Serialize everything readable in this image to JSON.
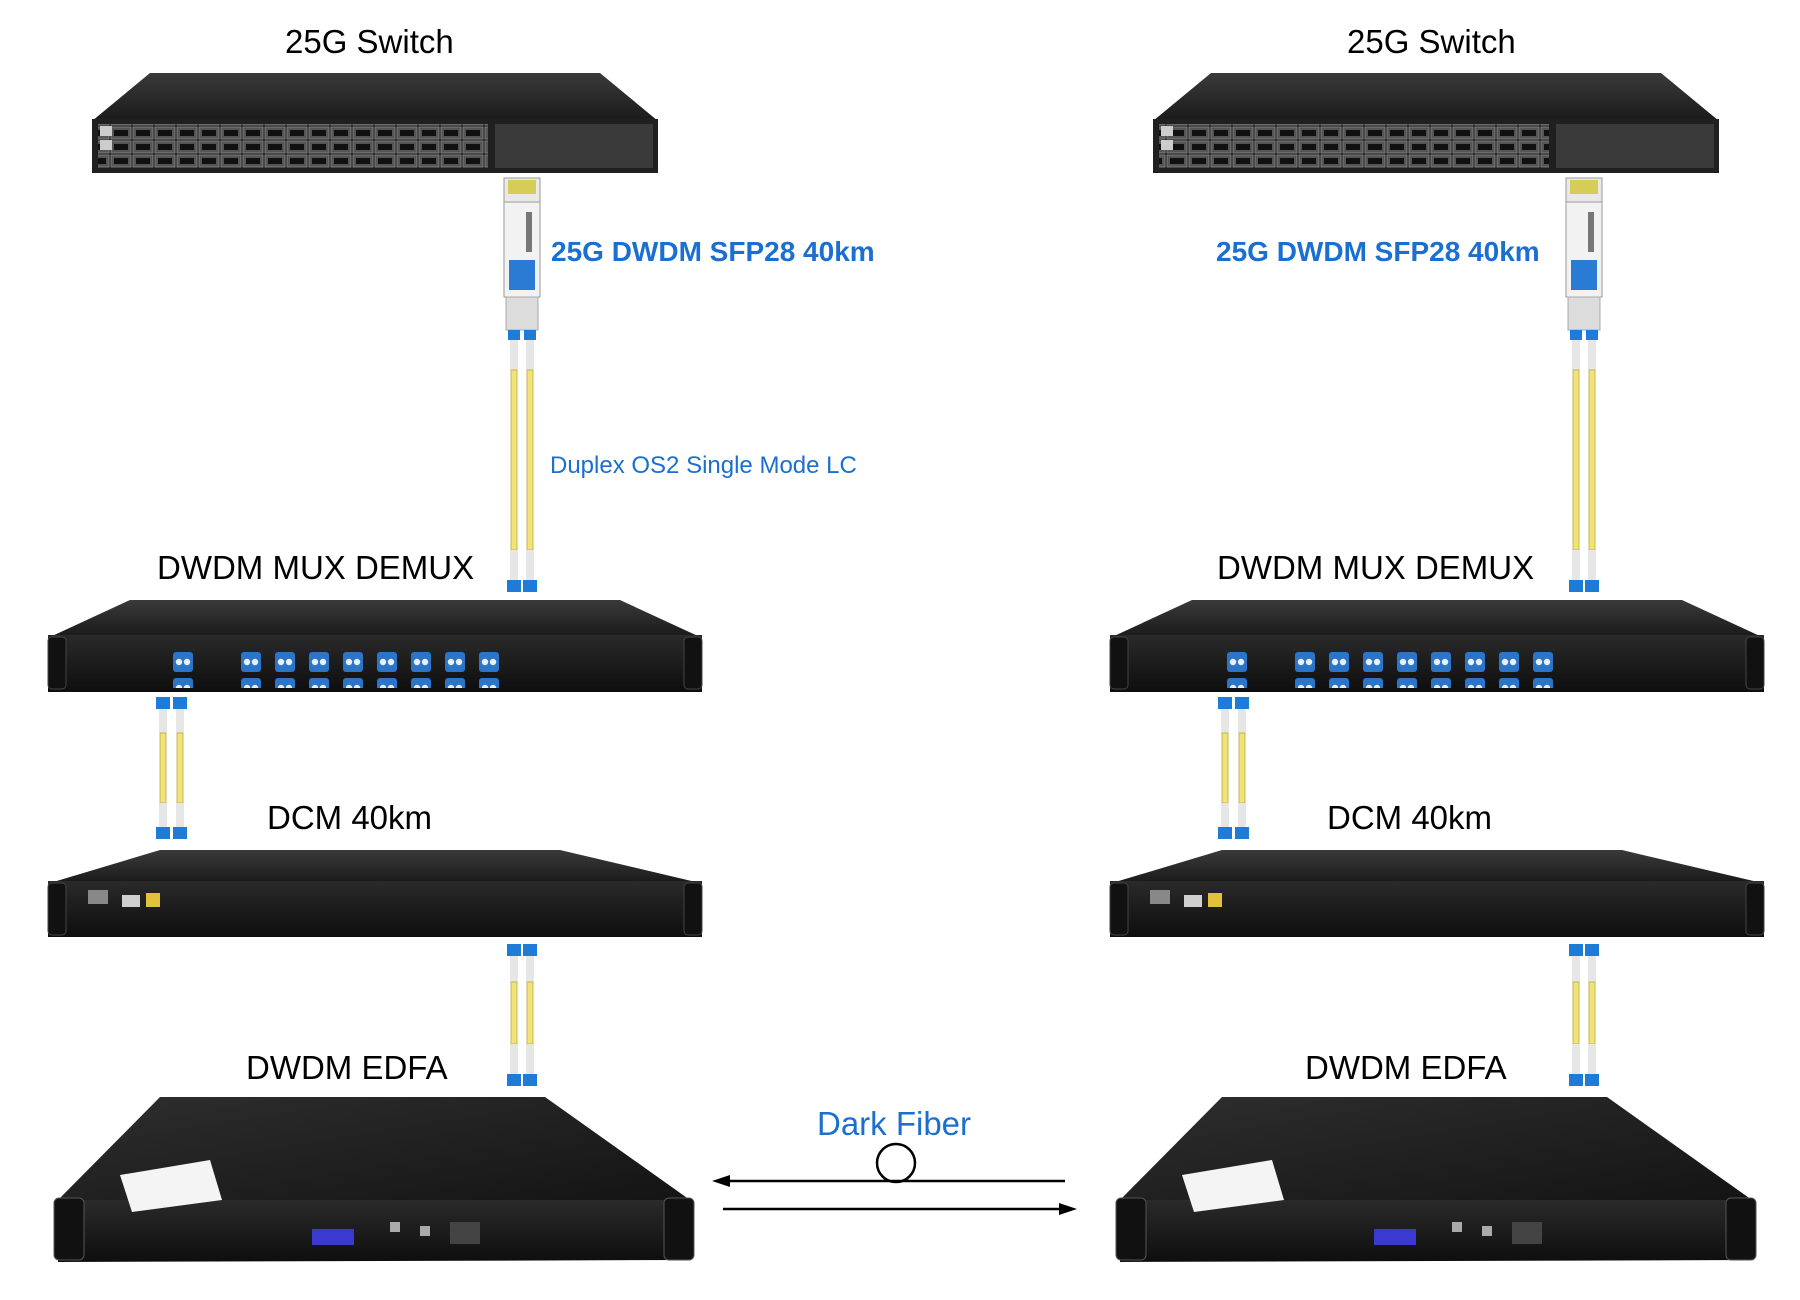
{
  "left": {
    "switch_label": "25G Switch",
    "sfp_label": "25G DWDM SFP28 40km",
    "cable_label": "Duplex OS2 Single Mode LC",
    "mux_label": "DWDM MUX DEMUX",
    "dcm_label": "DCM 40km",
    "edfa_label": "DWDM EDFA"
  },
  "right": {
    "switch_label": "25G Switch",
    "sfp_label": "25G DWDM SFP28 40km",
    "mux_label": "DWDM MUX DEMUX",
    "dcm_label": "DCM 40km",
    "edfa_label": "DWDM EDFA"
  },
  "link": {
    "label": "Dark Fiber"
  },
  "colors": {
    "accent_blue": "#1a6fd0",
    "device_black": "#1c1c1c",
    "fiber_yellow": "#f2e27a",
    "connector_blue": "#1f7bd8"
  }
}
